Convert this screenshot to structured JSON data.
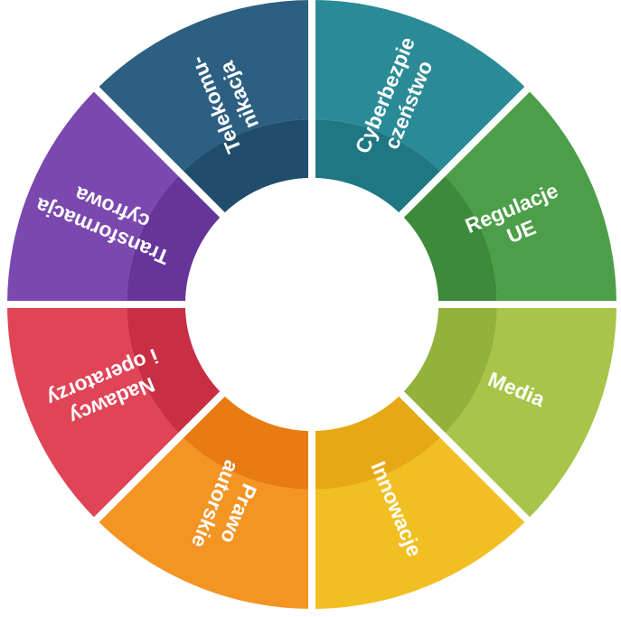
{
  "wheel": {
    "segments": [
      {
        "key": "cyberbezpieczenstwo",
        "lines": [
          "Cyberbezpie",
          "czeństwo"
        ],
        "outer_color": "#2a8b96",
        "inner_color": "#1f7783"
      },
      {
        "key": "regulacje-ue",
        "lines": [
          "Regulacje",
          "UE"
        ],
        "outer_color": "#4c9f48",
        "inner_color": "#3d8a3b"
      },
      {
        "key": "media",
        "lines": [
          "Media"
        ],
        "outer_color": "#a8c54a",
        "inner_color": "#93b13b"
      },
      {
        "key": "innowacje",
        "lines": [
          "Innowacje"
        ],
        "outer_color": "#f2bf22",
        "inner_color": "#e6a915"
      },
      {
        "key": "prawo-autorskie",
        "lines": [
          "Prawo",
          "autorskie"
        ],
        "outer_color": "#f39423",
        "inner_color": "#e87b12"
      },
      {
        "key": "nadawcy-i-operatorzy",
        "lines": [
          "Nadawcy",
          "i operatorzy"
        ],
        "outer_color": "#e04457",
        "inner_color": "#c82f44"
      },
      {
        "key": "transformacja-cyfrowa",
        "lines": [
          "Transformacja",
          "cyfrowa"
        ],
        "outer_color": "#7a48ae",
        "inner_color": "#66359a"
      },
      {
        "key": "telekomunikacja",
        "lines": [
          "Telekomu-",
          "nikacja"
        ],
        "outer_color": "#2c5f82",
        "inner_color": "#204d6c"
      }
    ]
  }
}
